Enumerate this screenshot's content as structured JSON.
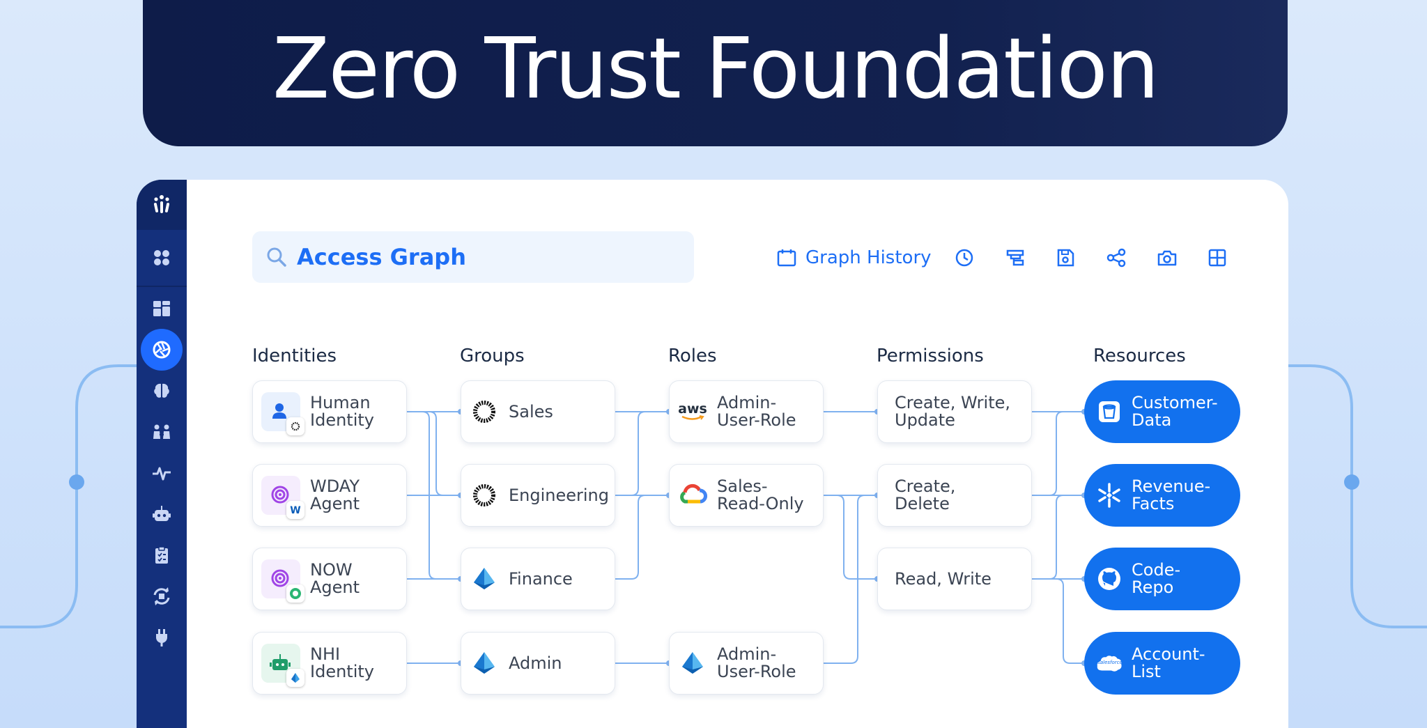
{
  "title": "Zero Trust Foundation",
  "search": {
    "label": "Access Graph"
  },
  "toolbar": {
    "history_label": "Graph History",
    "icons": [
      "clock-icon",
      "filter-icon",
      "save-icon",
      "share-icon",
      "camera-icon",
      "grid-icon"
    ]
  },
  "sidebar": {
    "icons": [
      "logo-icon",
      "apps-icon",
      "dashboard-icon",
      "aperture-icon",
      "brain-icon",
      "people-icon",
      "pulse-icon",
      "robot-icon",
      "clipboard-icon",
      "sync-icon",
      "plug-icon"
    ],
    "active": "aperture-icon"
  },
  "columns": {
    "identities": "Identities",
    "groups": "Groups",
    "roles": "Roles",
    "permissions": "Permissions",
    "resources": "Resources"
  },
  "identities": [
    {
      "line1": "Human",
      "line2": "Identity",
      "icon": "person-icon"
    },
    {
      "line1": "WDAY",
      "line2": "Agent",
      "icon": "agent-icon"
    },
    {
      "line1": "NOW",
      "line2": "Agent",
      "icon": "agent-icon"
    },
    {
      "line1": "NHI",
      "line2": "Identity",
      "icon": "robot-icon"
    }
  ],
  "groups": [
    {
      "label": "Sales",
      "icon": "okta-icon"
    },
    {
      "label": "Engineering",
      "icon": "okta-icon"
    },
    {
      "label": "Finance",
      "icon": "azure-icon"
    },
    {
      "label": "Admin",
      "icon": "azure-icon"
    }
  ],
  "roles": [
    {
      "line1": "Admin-",
      "line2": "User-Role",
      "icon": "aws-icon",
      "aws_text": "aws"
    },
    {
      "line1": "Sales-",
      "line2": "Read-Only",
      "icon": "gcp-icon"
    },
    {
      "line1": "Admin-",
      "line2": "User-Role",
      "icon": "azure-icon"
    }
  ],
  "permissions": [
    {
      "line1": "Create, Write,",
      "line2": "Update"
    },
    {
      "line1": "Create,",
      "line2": "Delete"
    },
    {
      "line1": "Read, Write",
      "line2": ""
    }
  ],
  "resources": [
    {
      "line1": "Customer-",
      "line2": "Data",
      "icon": "bucket-icon"
    },
    {
      "line1": "Revenue-",
      "line2": "Facts",
      "icon": "snowflake-icon"
    },
    {
      "line1": "Code-",
      "line2": "Repo",
      "icon": "github-icon"
    },
    {
      "line1": "Account-",
      "line2": "List",
      "icon": "salesforce-icon",
      "logo_text": "salesforce"
    }
  ],
  "colors": {
    "accent": "#1271ee",
    "banner": "#0e1c49",
    "sidebar": "#14307c",
    "edge": "#7fb1ef"
  }
}
